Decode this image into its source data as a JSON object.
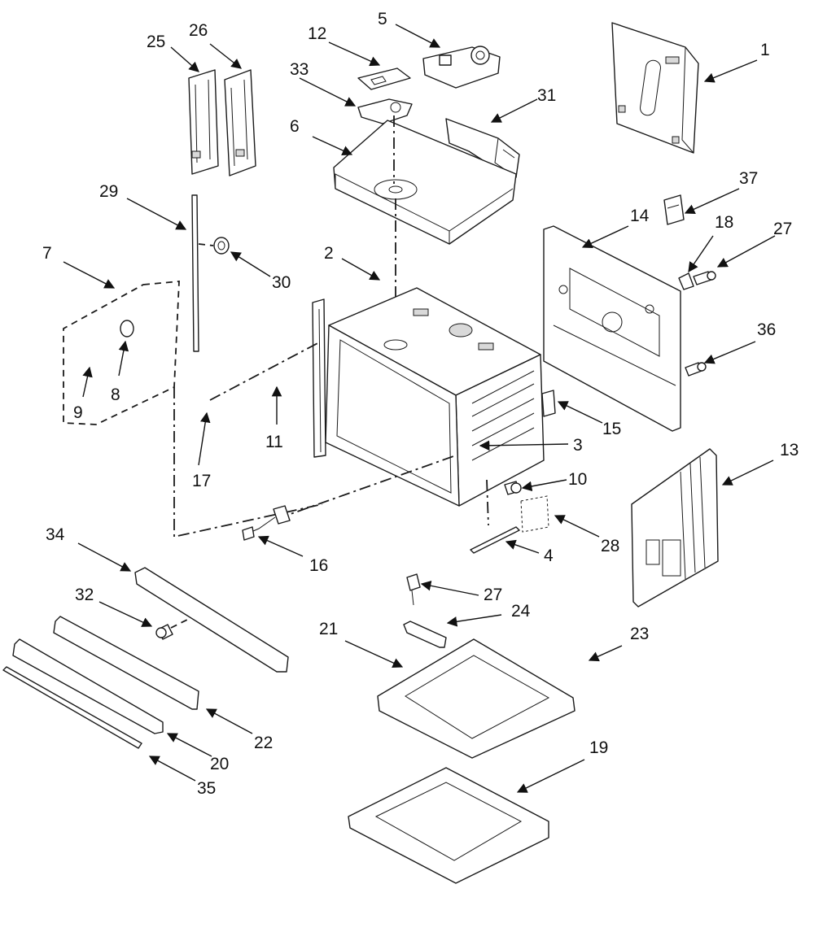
{
  "diagram": {
    "callouts": [
      "1",
      "2",
      "3",
      "4",
      "5",
      "6",
      "7",
      "8",
      "9",
      "10",
      "11",
      "12",
      "13",
      "14",
      "15",
      "16",
      "17",
      "18",
      "19",
      "20",
      "21",
      "22",
      "23",
      "24",
      "25",
      "26",
      "27",
      "27",
      "28",
      "29",
      "30",
      "31",
      "32",
      "33",
      "34",
      "35",
      "36",
      "37"
    ],
    "line_color": "#1a1a1a",
    "background": "#ffffff"
  }
}
